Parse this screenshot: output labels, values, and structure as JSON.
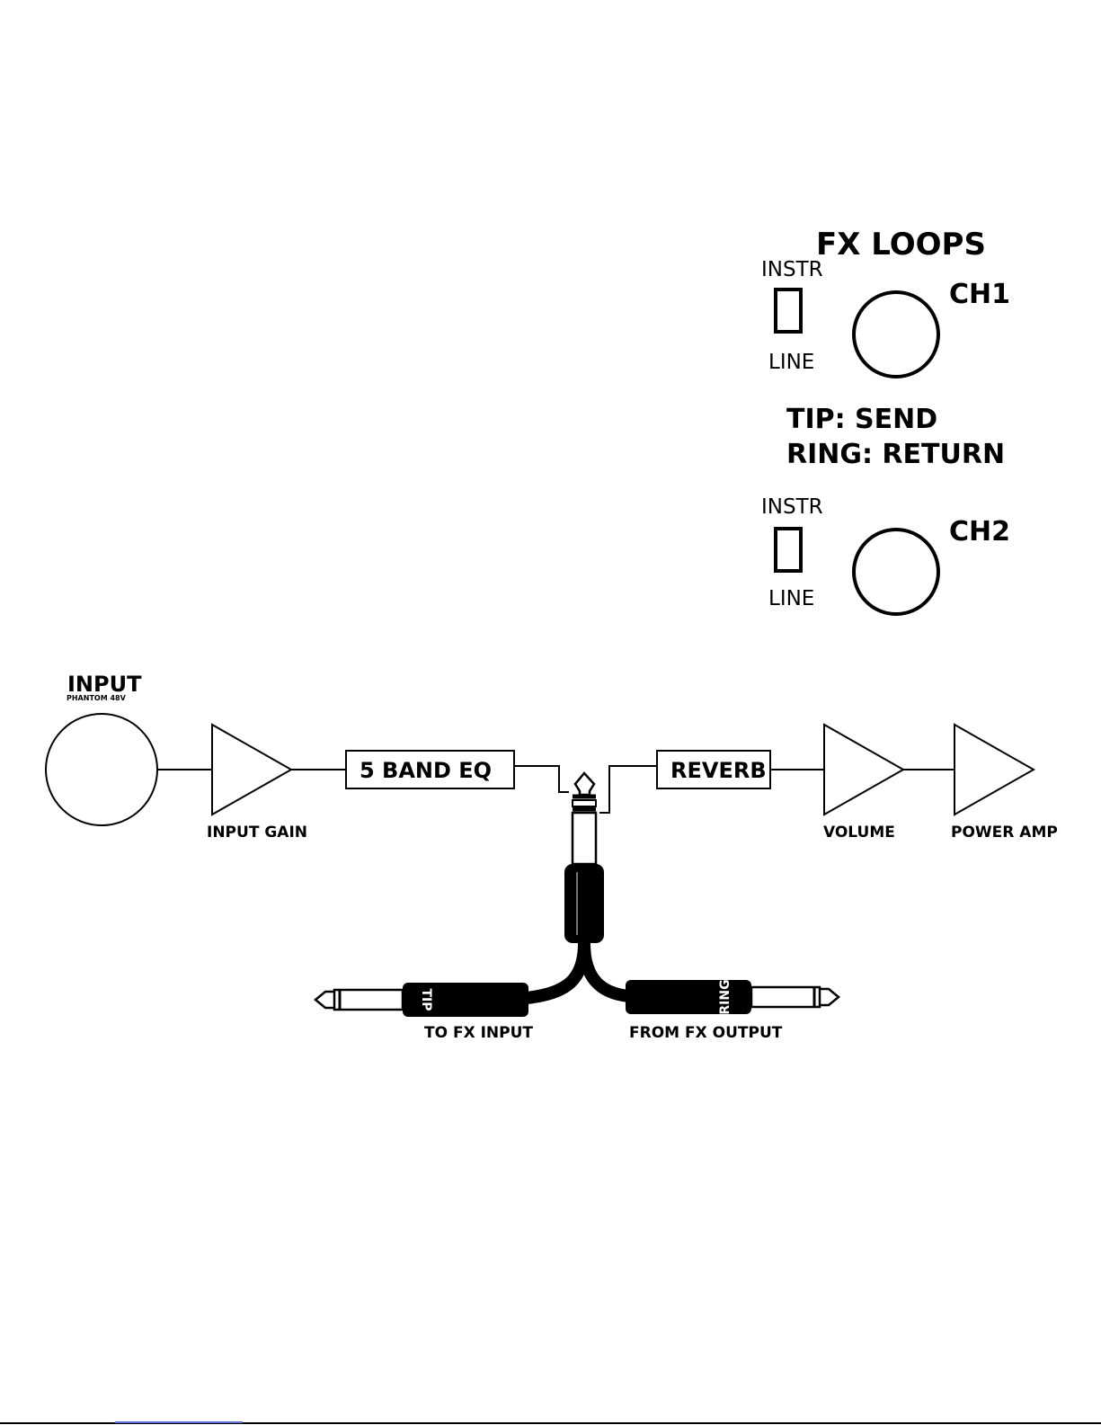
{
  "fx_loops": {
    "title": "FX LOOPS",
    "ch1": {
      "label": "CH1",
      "switch_top": "INSTR",
      "switch_bottom": "LINE"
    },
    "ch2": {
      "label": "CH2",
      "switch_top": "INSTR",
      "switch_bottom": "LINE"
    },
    "tip_text": "TIP: SEND",
    "ring_text": "RING: RETURN"
  },
  "signal_chain": {
    "input": {
      "label": "INPUT",
      "sublabel": "PHANTOM 48V"
    },
    "input_gain": "INPUT GAIN",
    "eq": "5 BAND EQ",
    "reverb": "REVERB",
    "volume": "VOLUME",
    "power_amp": "POWER AMP"
  },
  "cable": {
    "tip_label": "TIP",
    "ring_label": "RING",
    "to_fx": "TO FX INPUT",
    "from_fx": "FROM FX OUTPUT"
  },
  "colors": {
    "ink": "#000000",
    "paper": "#ffffff",
    "footer_rule": "#5b6fd6"
  }
}
